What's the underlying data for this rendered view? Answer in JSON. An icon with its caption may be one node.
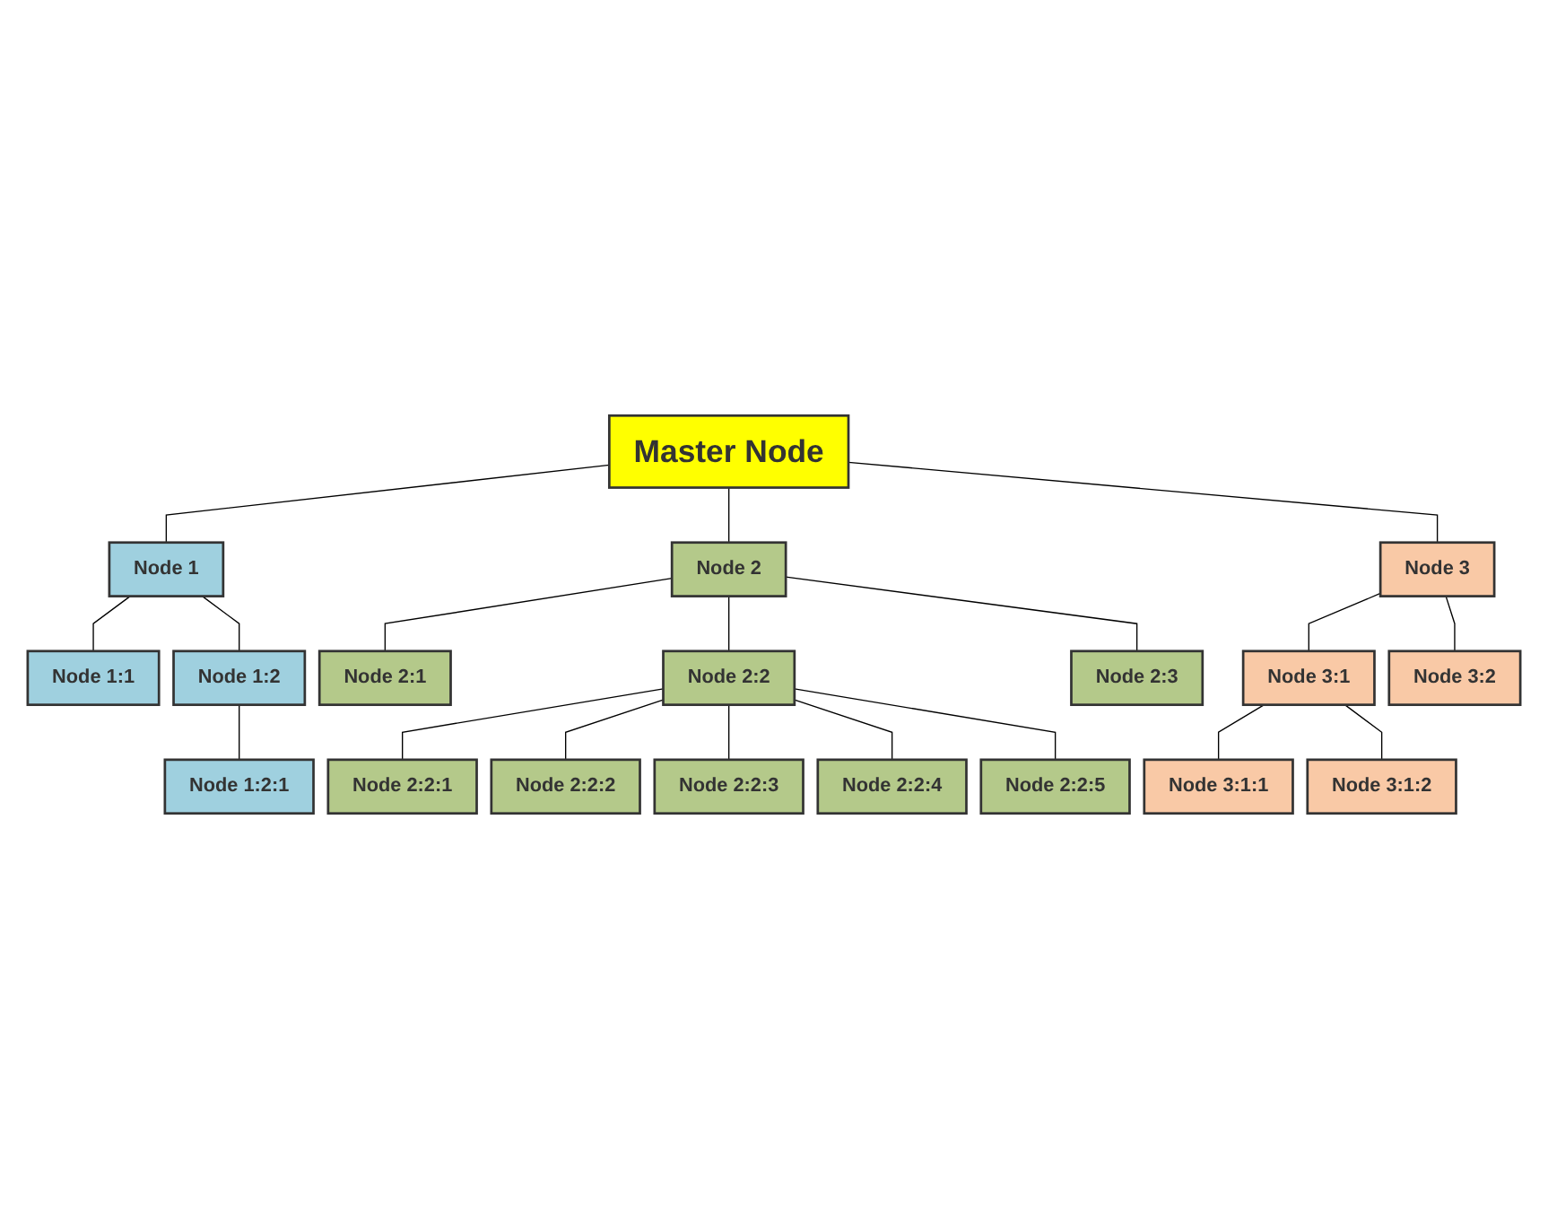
{
  "diagram": {
    "nodes": [
      {
        "text": [
          "Master Node"
        ]
      },
      {
        "text": [
          "Node 1"
        ]
      },
      {
        "text": [
          "Node 2"
        ]
      },
      {
        "text": [
          "Node 3"
        ]
      },
      {
        "text": [
          "Node 1:1"
        ]
      },
      {
        "text": [
          "Node 1:2"
        ]
      },
      {
        "text": [
          "Node 2:1"
        ]
      },
      {
        "text": [
          "Node 2:2"
        ]
      },
      {
        "text": [
          "Node 2:3"
        ]
      },
      {
        "text": [
          "Node 3:1"
        ]
      },
      {
        "text": [
          "Node 3:2"
        ]
      },
      {
        "text": [
          "Node 1:2:1"
        ]
      },
      {
        "text": [
          "Node 2:2:1"
        ]
      },
      {
        "text": [
          "Node 2:2:2"
        ]
      },
      {
        "text": [
          "Node 2:2:3"
        ]
      },
      {
        "text": [
          "Node 2:2:4"
        ]
      },
      {
        "text": [
          "Node 2:2:5"
        ]
      },
      {
        "text": [
          "Node 3:1:1"
        ]
      },
      {
        "text": [
          "Node 3:1:2"
        ]
      }
    ],
    "edges": [
      {
        "from": 0,
        "to": 1,
        "arrow": "none"
      },
      {
        "from": 0,
        "to": 2,
        "arrow": "none"
      },
      {
        "from": 0,
        "to": 3,
        "arrow": "none"
      },
      {
        "from": 1,
        "to": 4,
        "arrow": "none"
      },
      {
        "from": 1,
        "to": 5,
        "arrow": "none"
      },
      {
        "from": 2,
        "to": 6,
        "arrow": "none"
      },
      {
        "from": 2,
        "to": 7,
        "arrow": "none"
      },
      {
        "from": 2,
        "to": 8,
        "arrow": "none"
      },
      {
        "from": 3,
        "to": 9,
        "arrow": "none"
      },
      {
        "from": 3,
        "to": 10,
        "arrow": "none"
      },
      {
        "from": 5,
        "to": 11,
        "arrow": "none"
      },
      {
        "from": 7,
        "to": 12,
        "arrow": "none"
      },
      {
        "from": 7,
        "to": 13,
        "arrow": "none"
      },
      {
        "from": 7,
        "to": 14,
        "arrow": "none"
      },
      {
        "from": 7,
        "to": 15,
        "arrow": "none"
      },
      {
        "from": 7,
        "to": 16,
        "arrow": "none"
      },
      {
        "from": 9,
        "to": 17,
        "arrow": "none"
      },
      {
        "from": 9,
        "to": 18,
        "arrow": "none"
      }
    ]
  }
}
